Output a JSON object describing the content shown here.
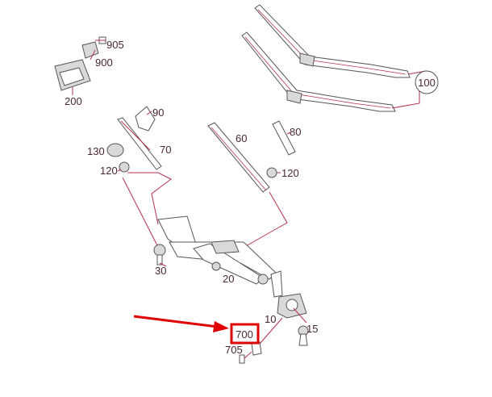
{
  "colors": {
    "leader_line": "#b5304e",
    "part_outline": "#555555",
    "label_text": "#4a2630",
    "highlight": "#e00000",
    "background": "#ffffff"
  },
  "callouts": {
    "c905": "905",
    "c900": "900",
    "c200": "200",
    "c90": "90",
    "c130": "130",
    "c70": "70",
    "c120a": "120",
    "c60": "60",
    "c80": "80",
    "c120b": "120",
    "c100": "100",
    "c30": "30",
    "c20": "20",
    "c10": "10",
    "c15": "15",
    "c700": "700",
    "c705": "705"
  },
  "highlighted_part": "700"
}
